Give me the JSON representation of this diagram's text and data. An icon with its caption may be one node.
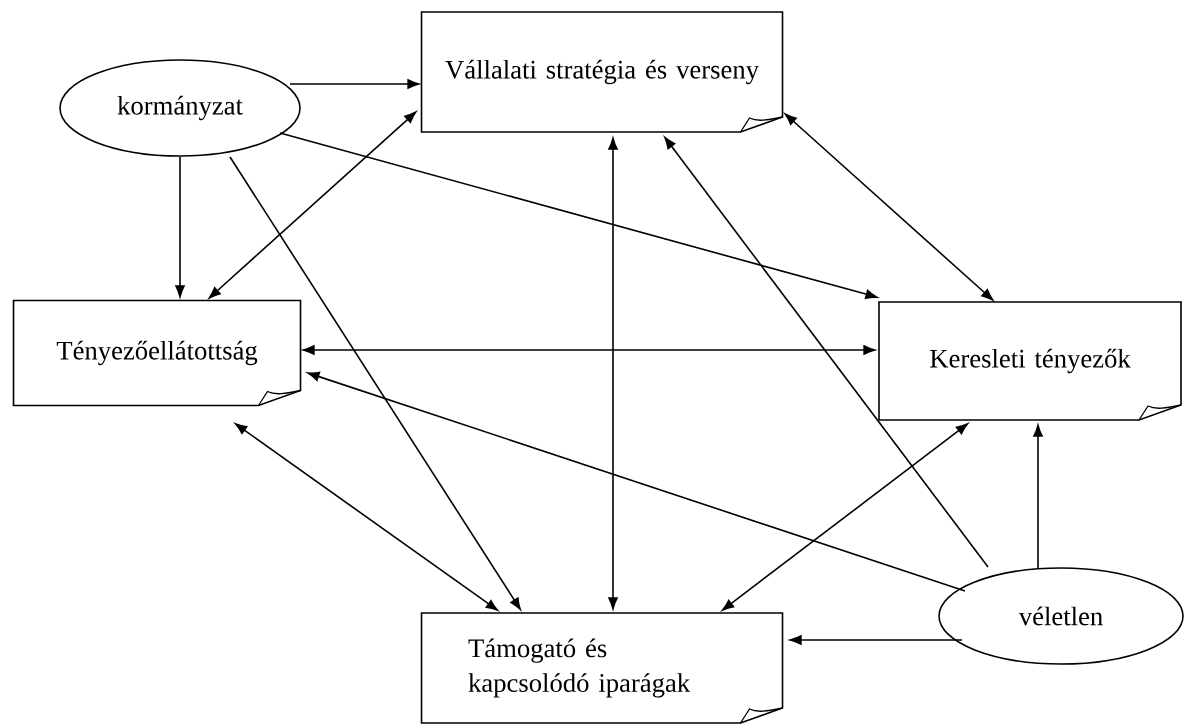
{
  "diagram": {
    "nodes": [
      {
        "text": [
          "kormányzat"
        ]
      },
      {
        "text": [
          "Vállalati stratégia és verseny"
        ]
      },
      {
        "text": [
          "Tényezőellátottság"
        ]
      },
      {
        "text": [
          "Keresleti tényezők"
        ]
      },
      {
        "text": [
          "Támogató és kapcsolódó iparágak"
        ]
      },
      {
        "text": [
          "véletlen"
        ]
      }
    ],
    "edges": [
      {
        "from": 0,
        "to": 1,
        "arrow": "to"
      },
      {
        "from": 0,
        "to": 2,
        "arrow": "to"
      },
      {
        "from": 0,
        "to": 3,
        "arrow": "to"
      },
      {
        "from": 0,
        "to": 4,
        "arrow": "to"
      },
      {
        "from": 1,
        "to": 2,
        "arrow": "both"
      },
      {
        "from": 1,
        "to": 3,
        "arrow": "both"
      },
      {
        "from": 1,
        "to": 4,
        "arrow": "both"
      },
      {
        "from": 2,
        "to": 3,
        "arrow": "both"
      },
      {
        "from": 2,
        "to": 4,
        "arrow": "both"
      },
      {
        "from": 3,
        "to": 4,
        "arrow": "both"
      },
      {
        "from": 5,
        "to": 1,
        "arrow": "to"
      },
      {
        "from": 5,
        "to": 2,
        "arrow": "to"
      },
      {
        "from": 5,
        "to": 3,
        "arrow": "to"
      },
      {
        "from": 5,
        "to": 4,
        "arrow": "to"
      }
    ]
  }
}
